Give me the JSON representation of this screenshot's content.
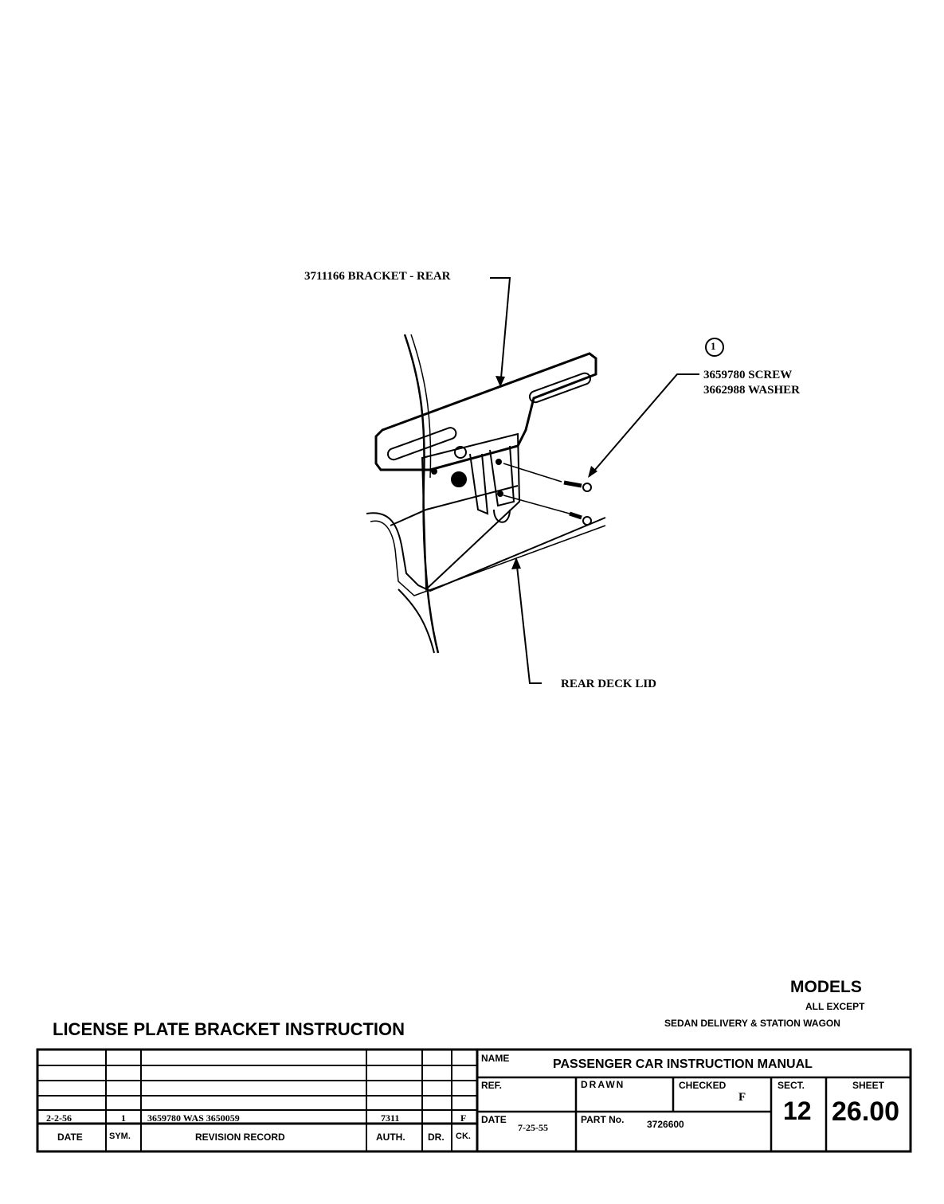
{
  "drawing": {
    "callouts": {
      "bracket": "3711166 BRACKET - REAR",
      "screw": "3659780 SCREW",
      "washer": "3662988 WASHER",
      "deck_lid": "REAR DECK LID",
      "revision_symbol": "1"
    }
  },
  "title": "LICENSE PLATE BRACKET INSTRUCTION",
  "models": {
    "heading": "MODELS",
    "line1": "ALL EXCEPT",
    "line2": "SEDAN DELIVERY & STATION WAGON"
  },
  "revision_table": {
    "headers": [
      "DATE",
      "SYM.",
      "REVISION RECORD",
      "AUTH.",
      "DR.",
      "CK."
    ],
    "rows": [
      {
        "date": "2-2-56",
        "sym": "1",
        "record": "3659780 WAS 3650059",
        "auth": "7311",
        "dr": "",
        "ck": "F"
      }
    ]
  },
  "title_block": {
    "name_label": "NAME",
    "name_value": "PASSENGER CAR INSTRUCTION MANUAL",
    "ref_label": "REF.",
    "drawn_label": "DRAWN",
    "checked_label": "CHECKED",
    "checked_value": "F",
    "sect_label": "SECT.",
    "sect_value": "12",
    "sheet_label": "SHEET",
    "sheet_value": "26.00",
    "date_label": "DATE",
    "date_value": "7-25-55",
    "part_label": "PART No.",
    "part_value": "3726600"
  }
}
